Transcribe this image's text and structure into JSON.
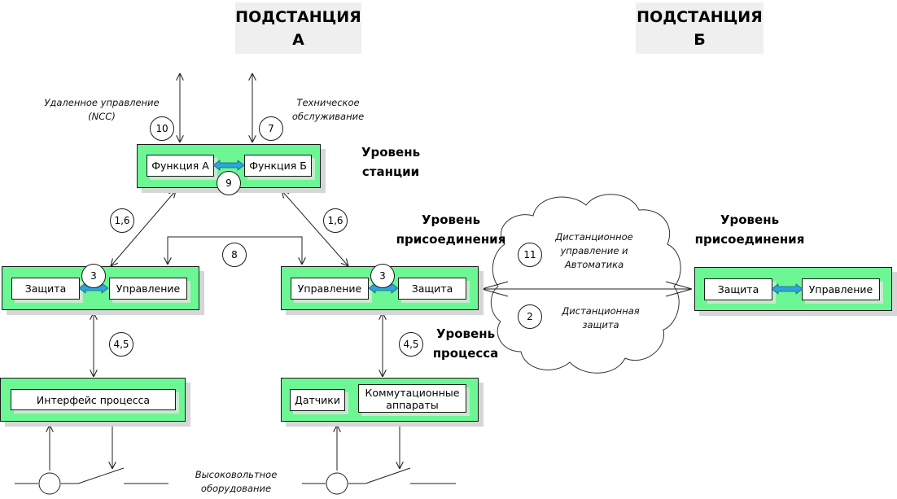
{
  "substations": {
    "a": {
      "line1": "ПОДСТАНЦИЯ",
      "line2": "А"
    },
    "b": {
      "line1": "ПОДСТАНЦИЯ",
      "line2": "Б"
    }
  },
  "levels": {
    "station": {
      "line1": "Уровень",
      "line2": "станции"
    },
    "bay_a": {
      "line1": "Уровень",
      "line2": "присоединения"
    },
    "bay_b": {
      "line1": "Уровень",
      "line2": "присоединения"
    },
    "process": {
      "line1": "Уровень",
      "line2": "процесса"
    }
  },
  "annotations": {
    "remote_control": {
      "line1": "Удаленное управление",
      "line2": "(NCC)"
    },
    "maintenance": {
      "line1": "Техническое",
      "line2": "обслуживание"
    },
    "hv_equipment": {
      "line1": "Высоковольтное",
      "line2": "оборудование"
    },
    "tele_control": {
      "line1": "Дистанционное",
      "line2": "управление и",
      "line3": "Автоматика"
    },
    "tele_protection": {
      "line1": "Дистанционная",
      "line2": "защита"
    }
  },
  "nodes": {
    "station": {
      "left": "Функция А",
      "right": "Функция Б"
    },
    "bay_left": {
      "left": "Защита",
      "right": "Управление"
    },
    "bay_right": {
      "left": "Управление",
      "right": "Защита"
    },
    "bay_remote": {
      "left": "Защита",
      "right": "Управление"
    },
    "process_left": {
      "single": "Интерфейс процесса"
    },
    "process_right": {
      "left": "Датчики",
      "right_line1": "Коммутационные",
      "right_line2": "аппараты"
    }
  },
  "badges": {
    "remote_control": "10",
    "maintenance": "7",
    "station_internal": "9",
    "station_bay_left": "1,6",
    "station_bay_right": "1,6",
    "bay_to_bay": "8",
    "bay_left_internal": "3",
    "bay_right_internal": "3",
    "bay_process_left": "4,5",
    "bay_process_right": "4,5",
    "tele_control": "11",
    "tele_protection": "2"
  },
  "colors": {
    "node_fill": "#6cf794",
    "link_arrow": "#2aa6dc",
    "title_bg": "#efefef",
    "shadow": "#d6d6d6"
  }
}
